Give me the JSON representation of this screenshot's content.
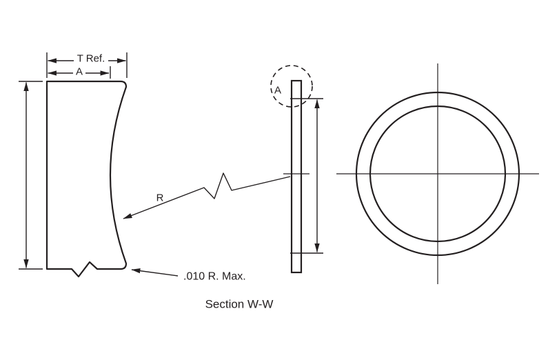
{
  "diagram": {
    "caption": "Section W-W",
    "labels": {
      "t_ref": "T Ref.",
      "a_dim": "A",
      "r_leader": "R",
      "radius_note": ".010 R. Max.",
      "detail_a": "A"
    },
    "colors": {
      "line": "#231f20",
      "background": "#ffffff"
    }
  }
}
